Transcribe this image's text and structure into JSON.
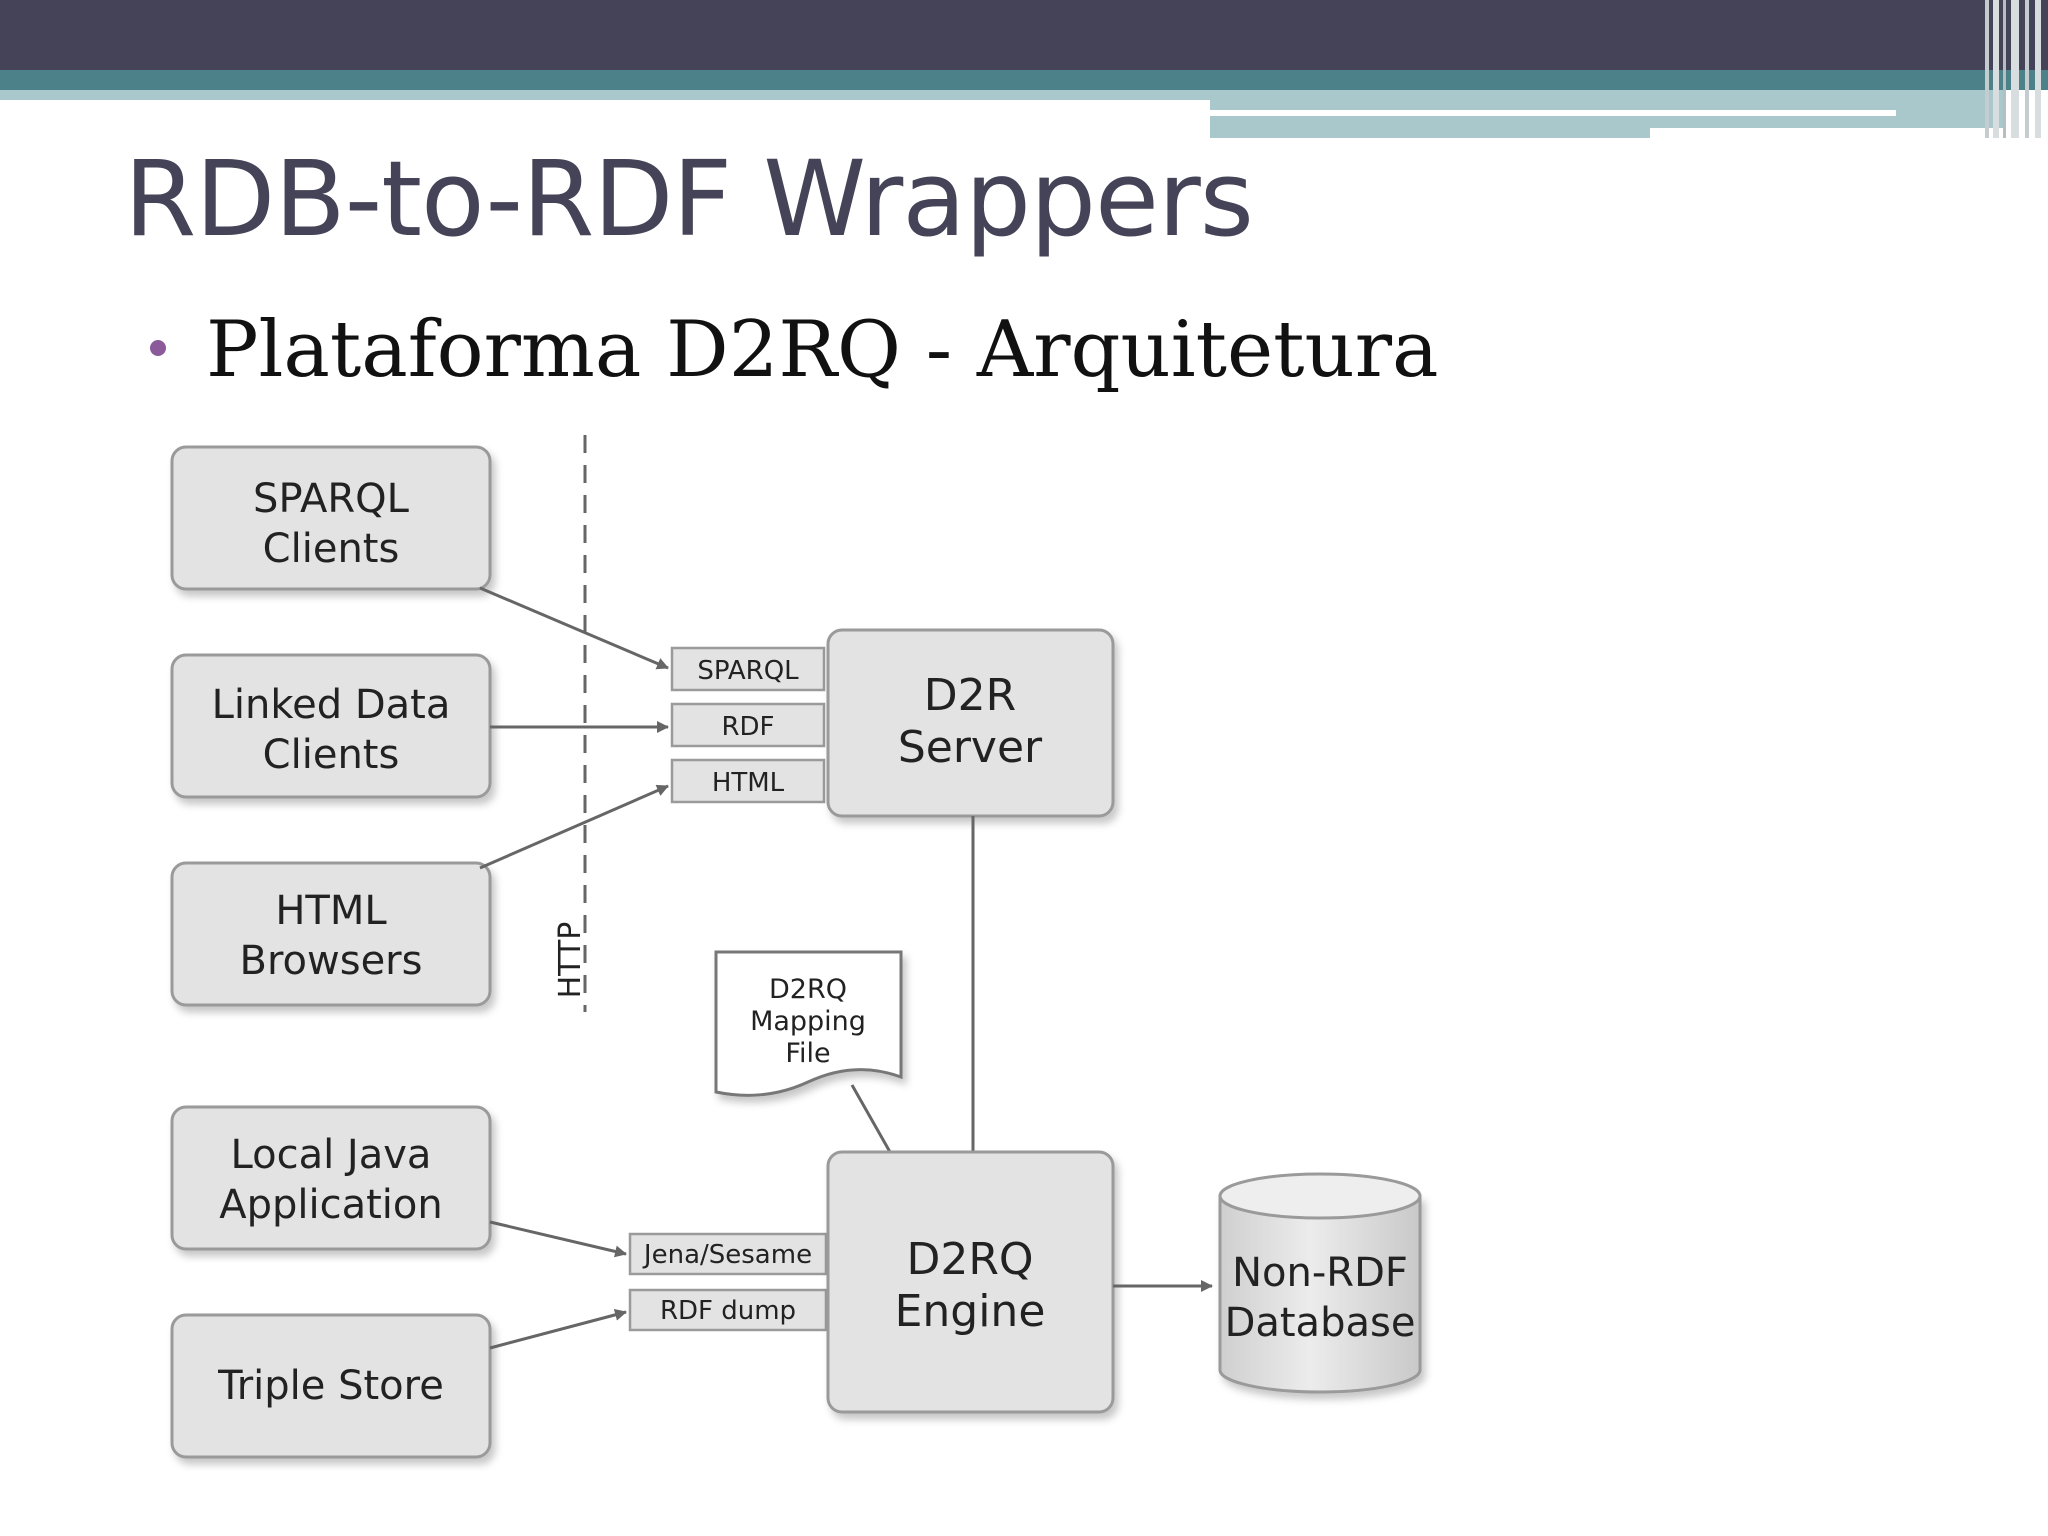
{
  "slide": {
    "title": "RDB-to-RDF Wrappers",
    "bullet": "Plataforma D2RQ - Arquitetura"
  },
  "diagram": {
    "clients": [
      {
        "line1": "SPARQL",
        "line2": "Clients"
      },
      {
        "line1": "Linked Data",
        "line2": "Clients"
      },
      {
        "line1": "HTML",
        "line2": "Browsers"
      },
      {
        "line1": "Local Java",
        "line2": "Application"
      },
      {
        "line1": "Triple Store",
        "line2": ""
      }
    ],
    "http_label": "HTTP",
    "server_interfaces": [
      "SPARQL",
      "RDF",
      "HTML"
    ],
    "server": {
      "line1": "D2R",
      "line2": "Server"
    },
    "mapping_file": {
      "line1": "D2RQ",
      "line2": "Mapping",
      "line3": "File"
    },
    "engine_interfaces": [
      "Jena/Sesame",
      "RDF dump"
    ],
    "engine": {
      "line1": "D2RQ",
      "line2": "Engine"
    },
    "database": {
      "line1": "Non-RDF",
      "line2": "Database"
    }
  },
  "colors": {
    "header_dark": "#454357",
    "header_teal": "#4d8189",
    "header_light": "#a9c8cc",
    "title": "#454357",
    "bullet": "#8a5a9a",
    "box_fill": "#e3e3e3",
    "box_stroke": "#9a9a9a"
  }
}
